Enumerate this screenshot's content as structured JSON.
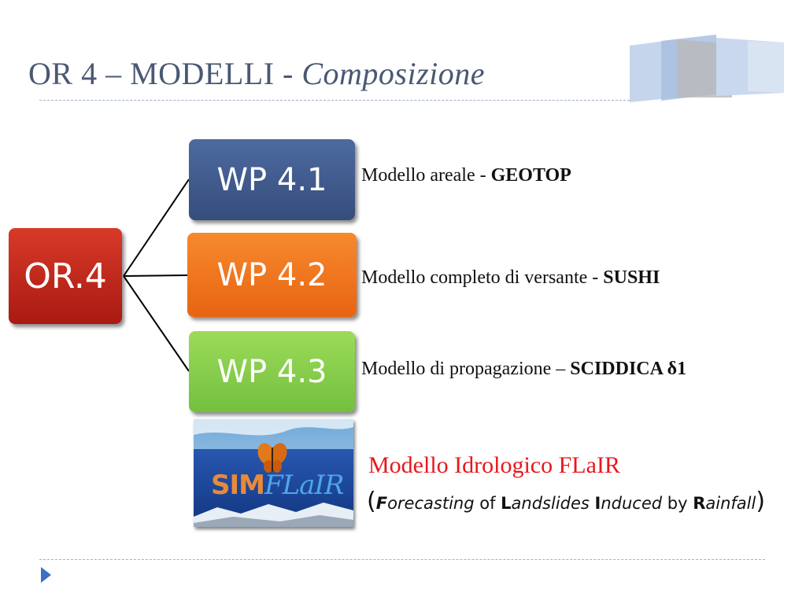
{
  "title": {
    "main": "OR 4 – MODELLI - ",
    "italic": "Composizione"
  },
  "diagram": {
    "root": {
      "label": "OR.4",
      "color": "#c42a1c"
    },
    "children": [
      {
        "label": "WP 4.1",
        "color": "#42598a",
        "description_prefix": "Modello areale - ",
        "description_bold": "GEOTOP"
      },
      {
        "label": "WP 4.2",
        "color": "#f07a1f",
        "description_prefix": "Modello completo di versante - ",
        "description_bold": "SUSHI"
      },
      {
        "label": "WP 4.3",
        "color": "#86cc48",
        "description_prefix": "Modello di propagazione – ",
        "description_bold": "SCIDDICA δ1"
      }
    ]
  },
  "flair": {
    "logo_sim": "SIM",
    "logo_flair": "FLaIR",
    "title": "Modello Idrologico FLaIR",
    "subtitle": {
      "open": "(",
      "parts": [
        {
          "cap": "F",
          "rest": "orecasting",
          "italic": true
        },
        {
          "word": " of "
        },
        {
          "cap": "L",
          "rest": "andslides",
          "italic": true
        },
        {
          "word": " "
        },
        {
          "cap": "I",
          "rest": "nduced",
          "italic": true
        },
        {
          "word": " by "
        },
        {
          "cap": "R",
          "rest": "ainfall",
          "italic": true
        }
      ],
      "close": ")"
    },
    "title_color": "#e8171c"
  },
  "icons": {
    "bullet": "play-triangle-icon",
    "decoration": "ribbon-decoration"
  }
}
